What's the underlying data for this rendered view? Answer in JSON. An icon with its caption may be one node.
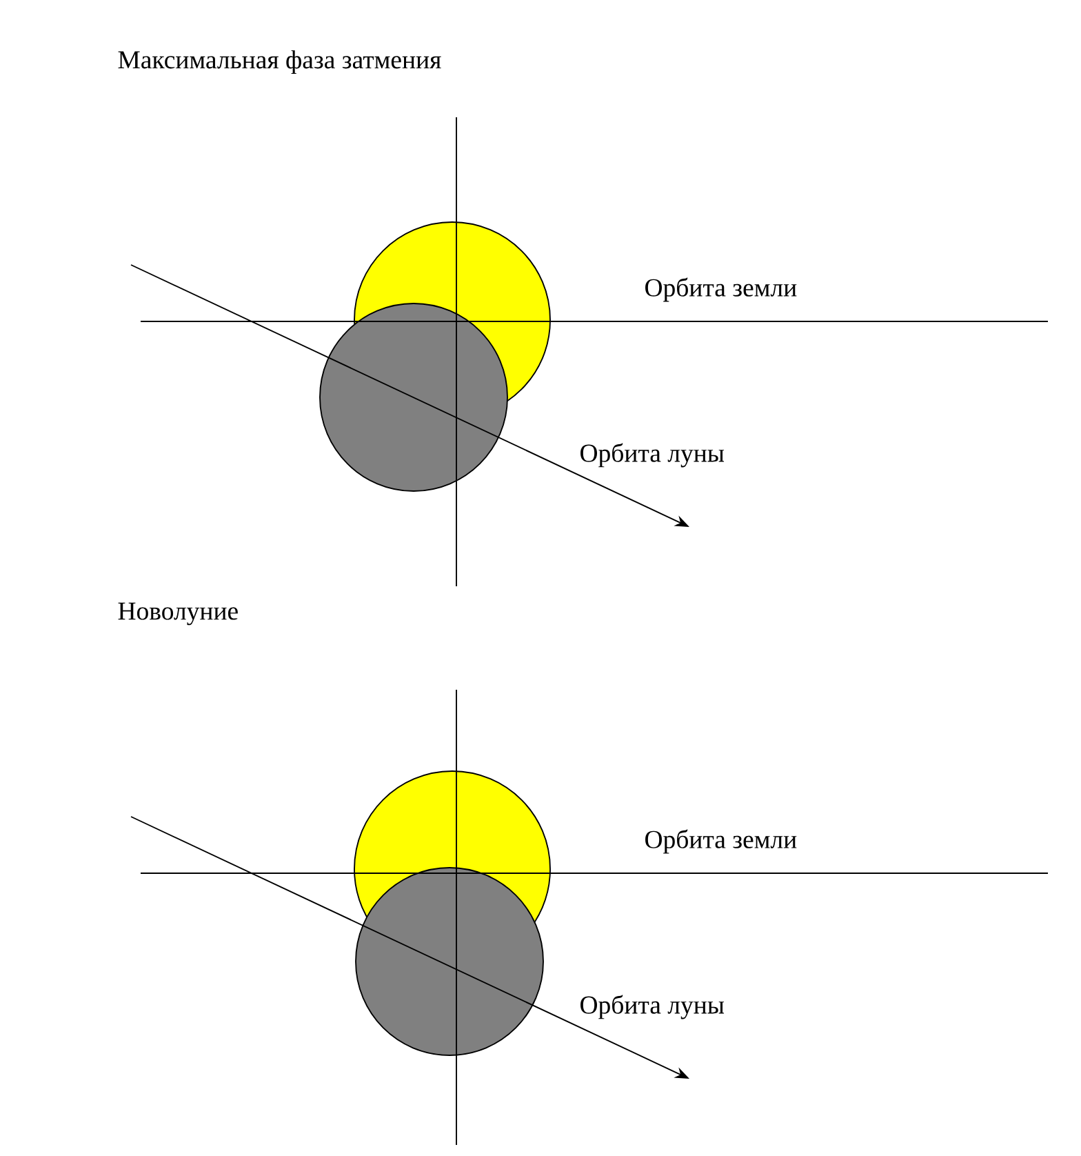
{
  "diagram": {
    "labels": [
      "Максимальная фаза затмения",
      "Орбита земли",
      "Орбита луны",
      "Новолуние",
      "Орбита земли",
      "Орбита луны"
    ]
  }
}
